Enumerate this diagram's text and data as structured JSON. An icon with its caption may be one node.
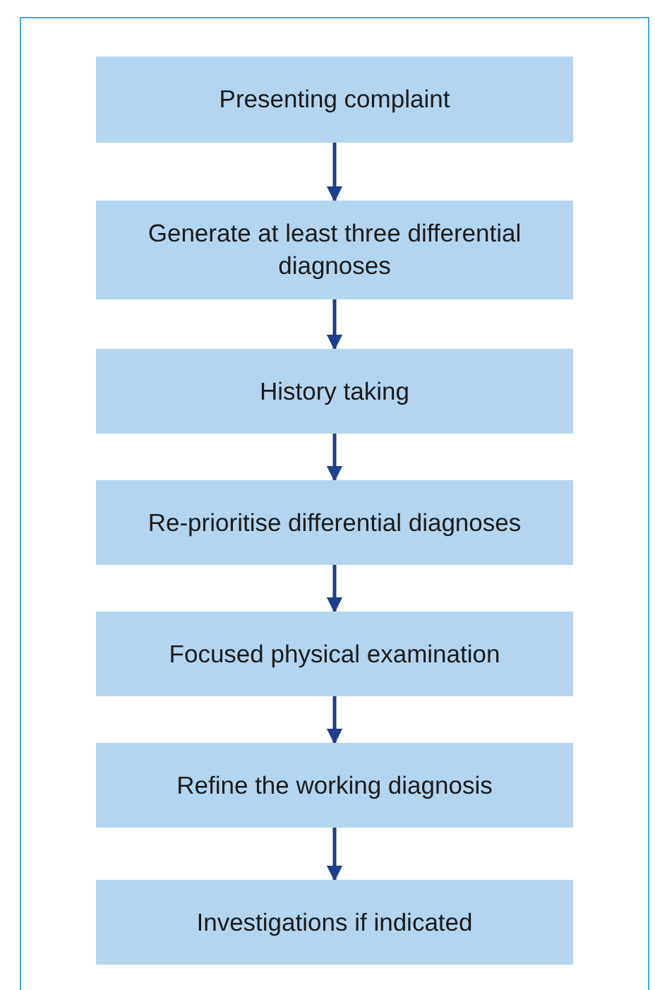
{
  "diagram": {
    "nodes": [
      {
        "text": [
          "Presenting complaint"
        ]
      },
      {
        "text": [
          "Generate at least three differential diagnoses"
        ]
      },
      {
        "text": [
          "History taking"
        ]
      },
      {
        "text": [
          "Re-prioritise differential diagnoses"
        ]
      },
      {
        "text": [
          "Focused physical examination"
        ]
      },
      {
        "text": [
          "Refine the working diagnosis"
        ]
      },
      {
        "text": [
          "Investigations if indicated"
        ]
      }
    ],
    "edges": [
      {
        "from": 0,
        "to": 1,
        "arrow": "to"
      },
      {
        "from": 1,
        "to": 2,
        "arrow": "to"
      },
      {
        "from": 2,
        "to": 3,
        "arrow": "to"
      },
      {
        "from": 3,
        "to": 4,
        "arrow": "to"
      },
      {
        "from": 4,
        "to": 5,
        "arrow": "to"
      },
      {
        "from": 5,
        "to": 6,
        "arrow": "to"
      }
    ]
  }
}
